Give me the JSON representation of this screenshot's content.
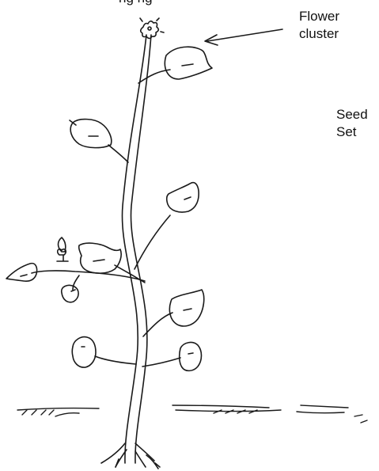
{
  "top_partial_text": "ng ng",
  "labels": {
    "flower_line1": "Flower",
    "flower_line2": "cluster",
    "seed_line1": "Seed",
    "seed_line2": "Set"
  },
  "colors": {
    "ink": "#1a1a1a",
    "background": "#ffffff"
  }
}
